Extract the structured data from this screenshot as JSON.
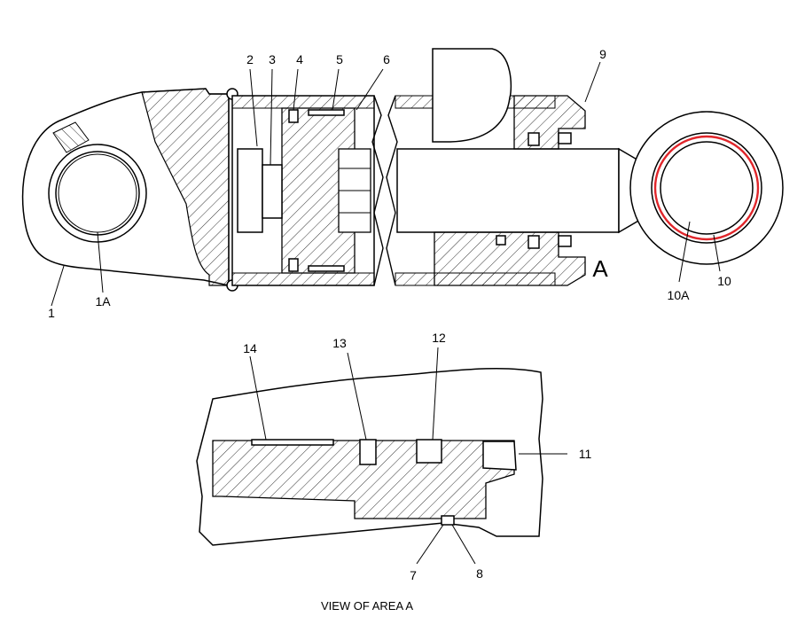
{
  "diagram": {
    "callouts": {
      "c1": "1",
      "c1a": "1A",
      "c2": "2",
      "c3": "3",
      "c4": "4",
      "c5": "5",
      "c6": "6",
      "c9": "9",
      "c10": "10",
      "c10a": "10A",
      "c11": "11",
      "c12": "12",
      "c13": "13",
      "c14": "14",
      "c7": "7",
      "c8": "8"
    },
    "area_marker": "A",
    "detail_caption": "VIEW OF AREA A",
    "highlight_color": "#e0262b"
  }
}
